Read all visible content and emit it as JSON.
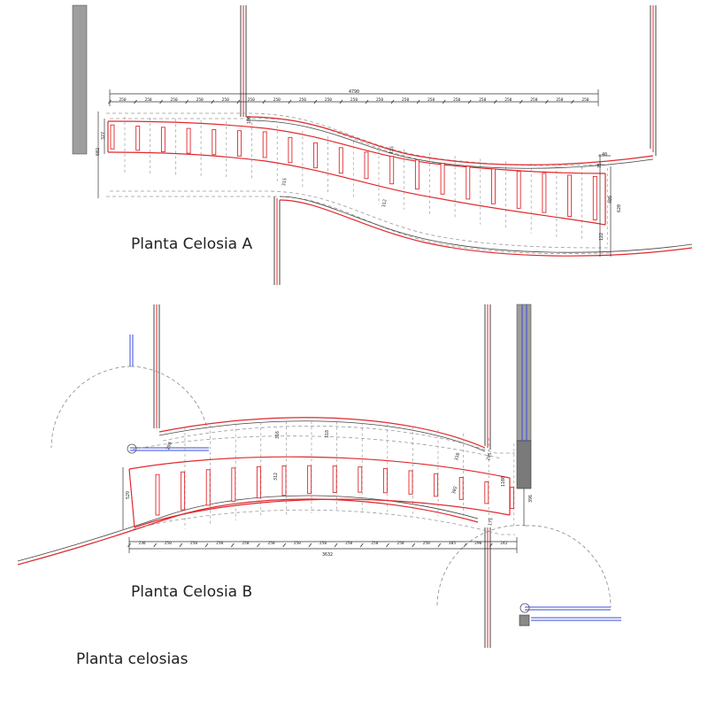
{
  "labels": {
    "celosia_a": "Planta Celosia A",
    "celosia_b": "Planta Celosia B",
    "planta": "Planta celosias"
  },
  "dims_a": {
    "total": "4790",
    "segments": [
      "250",
      "250",
      "250",
      "250",
      "250",
      "250",
      "250",
      "250",
      "250",
      "250",
      "250",
      "250",
      "250",
      "250",
      "250",
      "250",
      "250",
      "250",
      "250"
    ],
    "left_h1": "327",
    "left_h2": "602",
    "right_h1": "405",
    "right_h2": "620",
    "right_h3": "122",
    "right_top": "40",
    "right_small": "75",
    "top_tick": "100",
    "mid_a": "135",
    "mid_b": "315",
    "mid_c": "312"
  },
  "dims_b": {
    "total": "3632",
    "segments": [
      "236",
      "250",
      "250",
      "250",
      "250",
      "250",
      "250",
      "250",
      "250",
      "250",
      "250",
      "250",
      "305",
      "290",
      "242"
    ],
    "left_h": "529",
    "top_a": "290",
    "top_b": "316",
    "top_c": "318",
    "top_d": "310",
    "top_e": "295",
    "mid_a": "312",
    "mid_b": "302",
    "right_a": "1100",
    "right_b": "175",
    "right_c": "396"
  },
  "colors": {
    "red": "#e0292d",
    "gray": "#9e9e9e",
    "blue": "#3a4bd8",
    "line": "#333333",
    "dash": "#9a9a9a"
  }
}
